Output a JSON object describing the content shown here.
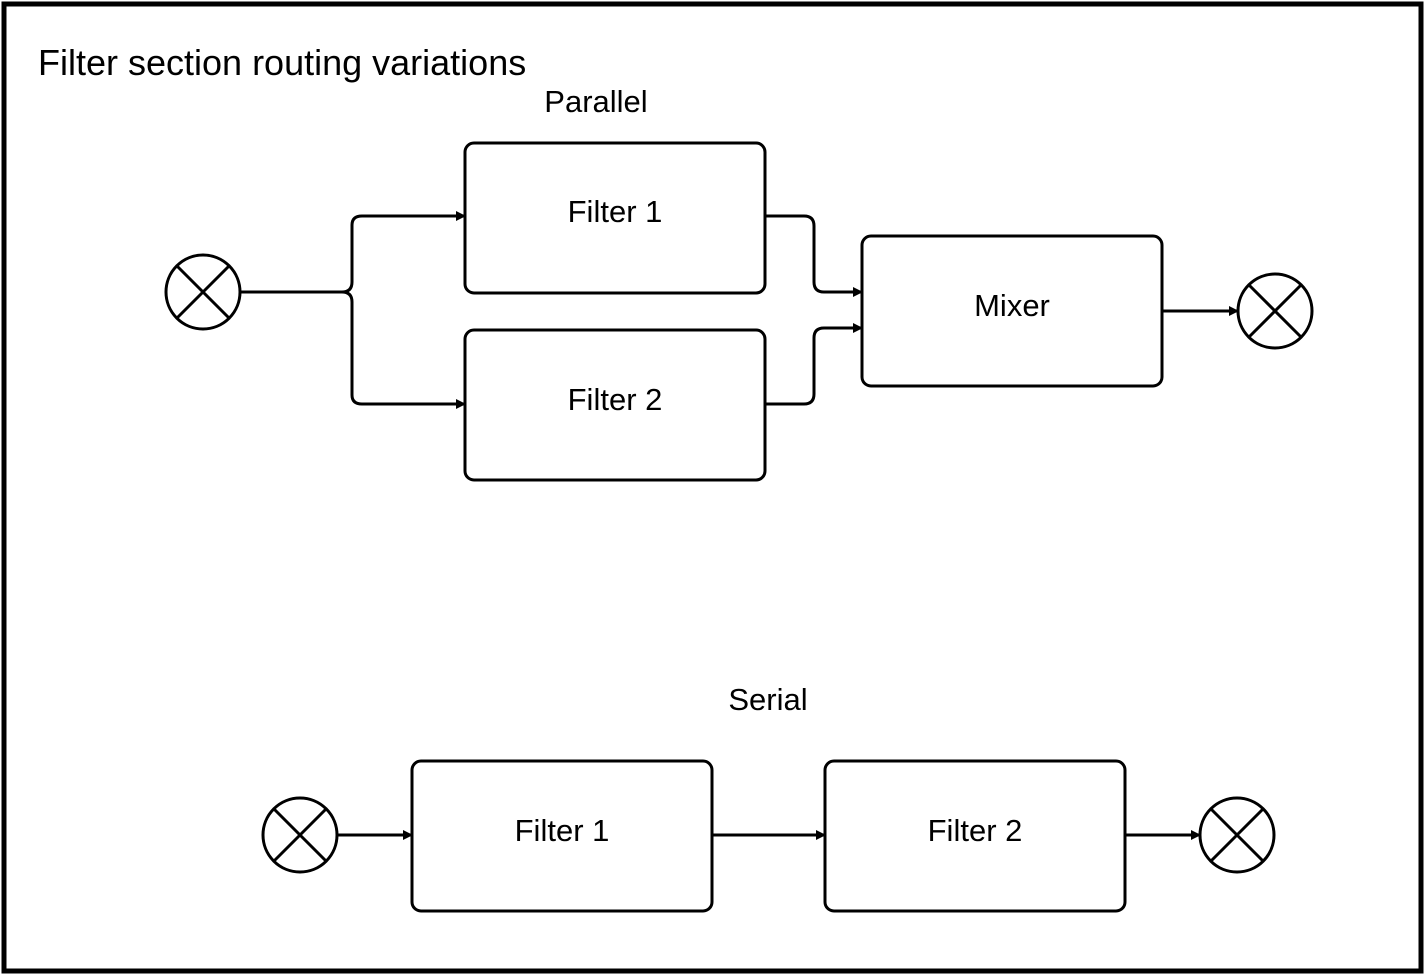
{
  "diagram": {
    "title": "Filter section routing variations",
    "parallel": {
      "label": "Parallel",
      "filter1": "Filter 1",
      "filter2": "Filter 2",
      "mixer": "Mixer"
    },
    "serial": {
      "label": "Serial",
      "filter1": "Filter 1",
      "filter2": "Filter 2"
    }
  },
  "colors": {
    "stroke": "#000000",
    "fill": "#ffffff"
  },
  "icons": {
    "terminal": "circle-x-icon"
  }
}
